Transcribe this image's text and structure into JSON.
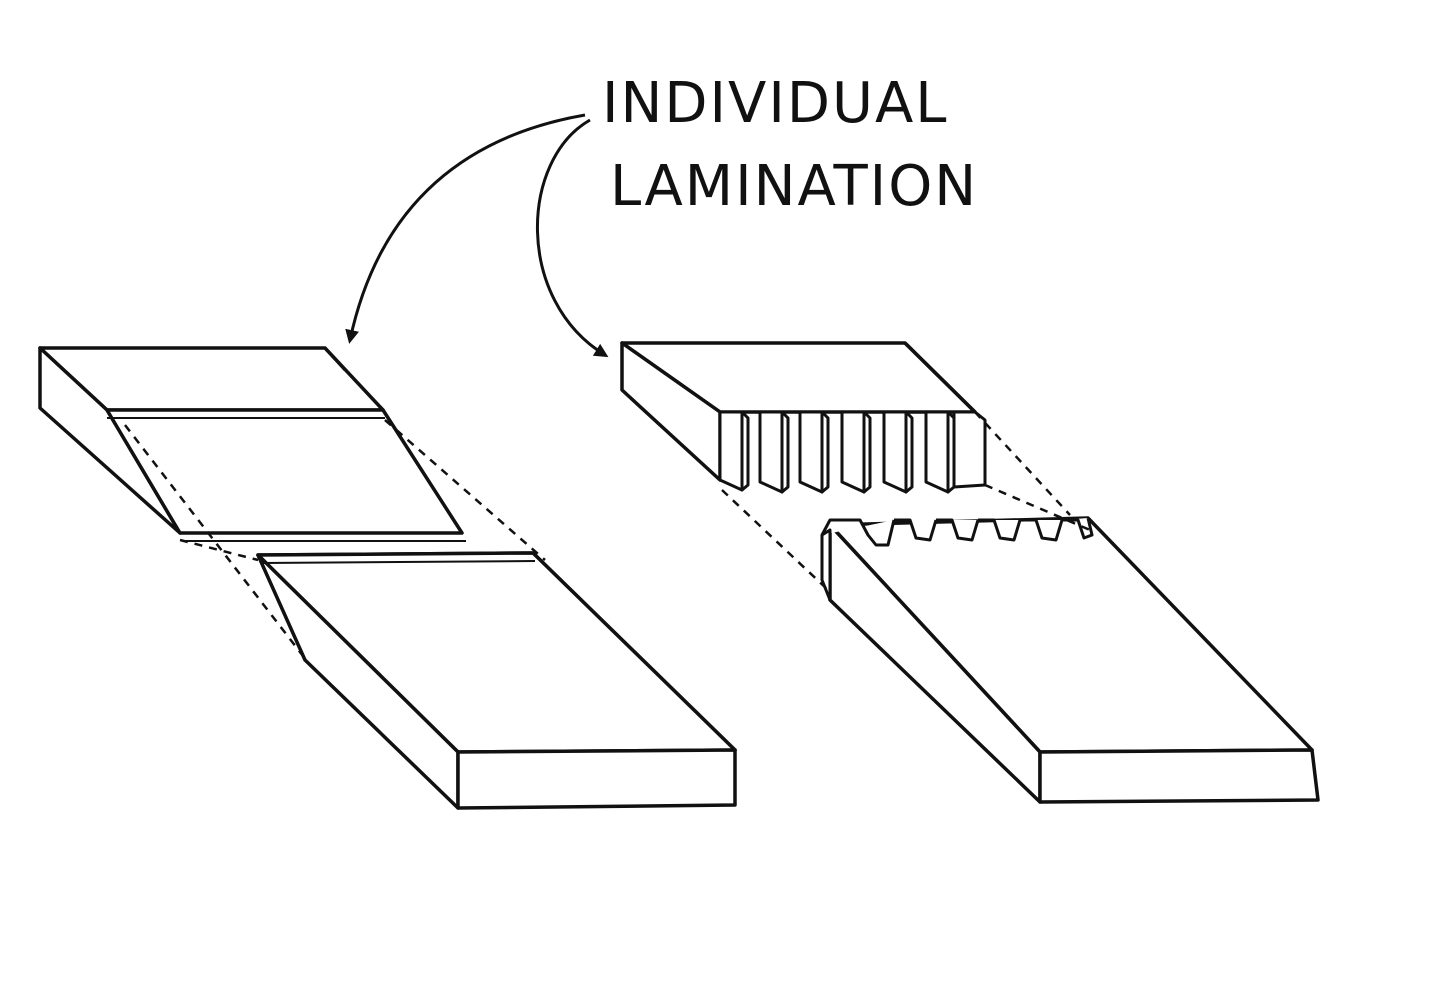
{
  "label": {
    "line1": "INDIVIDUAL",
    "line2": "LAMINATION"
  },
  "diagram": {
    "joints": [
      {
        "name": "scarf-joint",
        "description_shown": false
      },
      {
        "name": "finger-joint",
        "fingers": 6
      }
    ],
    "colors": {
      "ink": "#111111",
      "paper": "#ffffff"
    }
  }
}
